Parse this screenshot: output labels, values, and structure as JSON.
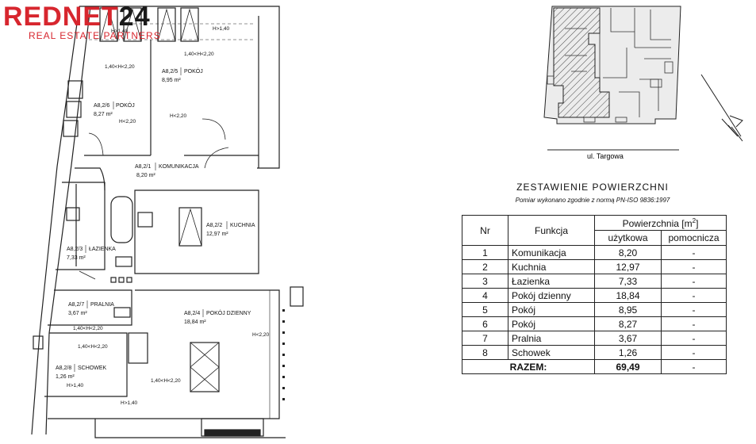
{
  "brand": {
    "name_red": "REDNET",
    "name_dark": "24",
    "tagline": "REAL ESTATE PARTNERS",
    "red": "#d7262e",
    "dark": "#1a1a1a"
  },
  "plan": {
    "rooms": [
      {
        "code": "A8,2/1",
        "name": "KOMUNIKACJA",
        "area": "8,20 m²"
      },
      {
        "code": "A8,2/2",
        "name": "KUCHNIA",
        "area": "12,97 m²"
      },
      {
        "code": "A8,2/3",
        "name": "ŁAZIENKA",
        "area": "7,33 m²"
      },
      {
        "code": "A8,2/4",
        "name": "POKÓJ DZIENNY",
        "area": "18,84 m²"
      },
      {
        "code": "A8,2/5",
        "name": "POKÓJ",
        "area": "8,95 m²"
      },
      {
        "code": "A8,2/6",
        "name": "POKÓJ",
        "area": "8,27 m²"
      },
      {
        "code": "A8,2/7",
        "name": "PRALNIA",
        "area": "3,67 m²"
      },
      {
        "code": "A8,2/8",
        "name": "SCHOWEK",
        "area": "1,26 m²"
      }
    ],
    "heights": {
      "h_gt_140_top": "H>1,40",
      "h_gt_140_top2": "H>1,40",
      "range_6": "1,40<H<2,20",
      "range_5": "1,40<H<2,20",
      "h_lt_220_6": "H<2,20",
      "h_lt_220_5": "H<2,20",
      "range_7": "1,40<H<2,20",
      "range_8": "1,40<H<2,20",
      "h_gt_140_8": "H>1,40",
      "h_lt_220_4": "H<2,20",
      "range_4": "1,40<H<2,20",
      "h_gt_140_4": "H>1,40"
    }
  },
  "site": {
    "street": "ul. Targowa"
  },
  "summary": {
    "title": "ZESTAWIENIE POWIERZCHNI",
    "subtitle": "Pomiar wykonano zgodnie z normą PN-ISO 9836:1997",
    "headers": {
      "nr": "Nr",
      "function": "Funkcja",
      "area": "Powierzchnia [m",
      "area_sup": "2",
      "area_end": "]",
      "usable": "użytkowa",
      "auxiliary": "pomocnicza"
    },
    "rows": [
      {
        "nr": "1",
        "name": "Komunikacja",
        "usable": "8,20",
        "aux": "-"
      },
      {
        "nr": "2",
        "name": "Kuchnia",
        "usable": "12,97",
        "aux": "-"
      },
      {
        "nr": "3",
        "name": "Łazienka",
        "usable": "7,33",
        "aux": "-"
      },
      {
        "nr": "4",
        "name": "Pokój dzienny",
        "usable": "18,84",
        "aux": "-"
      },
      {
        "nr": "5",
        "name": "Pokój",
        "usable": "8,95",
        "aux": "-"
      },
      {
        "nr": "6",
        "name": "Pokój",
        "usable": "8,27",
        "aux": "-"
      },
      {
        "nr": "7",
        "name": "Pralnia",
        "usable": "3,67",
        "aux": "-"
      },
      {
        "nr": "8",
        "name": "Schowek",
        "usable": "1,26",
        "aux": "-"
      }
    ],
    "total_label": "RAZEM:",
    "total_usable": "69,49",
    "total_aux": "-"
  }
}
